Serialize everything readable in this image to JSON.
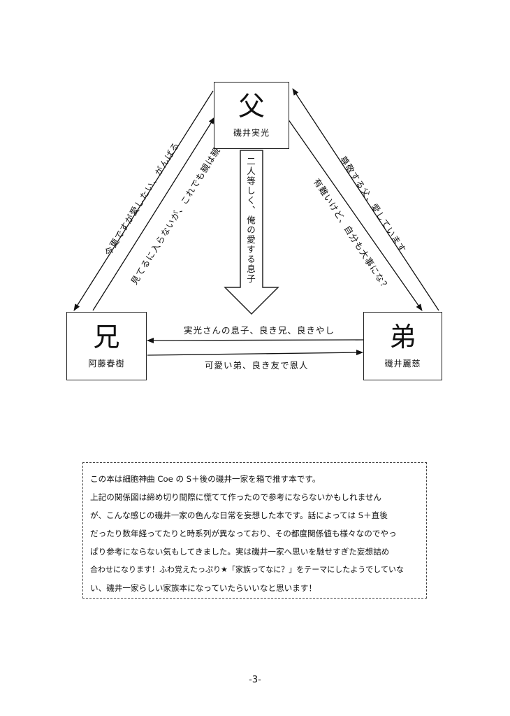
{
  "nodes": {
    "father": {
      "role": "父",
      "name": "磯井実光"
    },
    "brother": {
      "role": "兄",
      "name": "阿藤春樹"
    },
    "younger": {
      "role": "弟",
      "name": "磯井麗慈"
    }
  },
  "relations": {
    "brother_to_father": "今更ですが愛したい、がんばる",
    "father_to_brother": "見てるに入らないが、これでも親は親",
    "father_center": "二人等しく、俺の愛する息子",
    "younger_to_father": "尊敬する父、愛しています",
    "father_to_younger": "有難いけど、自分も大事にな？",
    "younger_to_brother": "実光さんの息子、良き兄、良きやし",
    "brother_to_younger": "可愛い弟、良き友で恩人"
  },
  "note": {
    "lines": [
      "この本は細胞神曲 Coe の S＋後の磯井一家を箱で推す本です。",
      "上記の関係図は締め切り間際に慌てて作ったので参考にならないかもしれません",
      "が、こんな感じの磯井一家の色んな日常を妄想した本です。話によっては S＋直後",
      "だったり数年経ってたりと時系列が異なっており、その都度関係値も様々なのでやっ",
      "ぱり参考にならない気もしてきました。実は磯井一家へ思いを馳せすぎた妄想詰め",
      "合わせになります！ふわ覚えたっぷり★「家族ってなに？」をテーマにしたようでしていな",
      "い、磯井一家らしい家族本になっていたらいいなと思います！"
    ]
  },
  "page_number": "-3-"
}
